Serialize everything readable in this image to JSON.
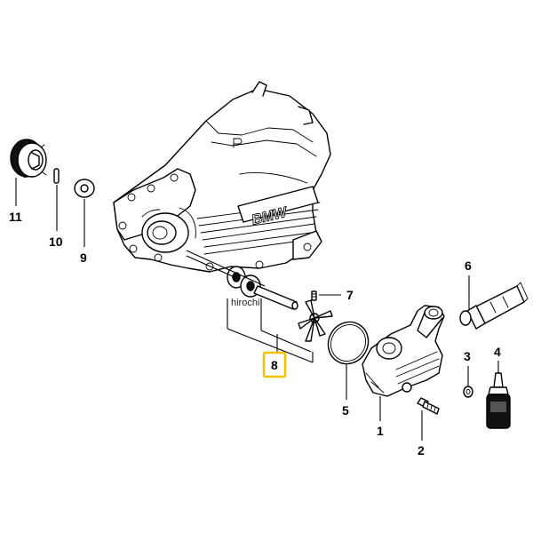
{
  "diagram": {
    "brand_mark": "BMW",
    "watermark": "hirochi",
    "highlight_color": "#f2c200",
    "callouts": [
      {
        "id": "1",
        "label": "1"
      },
      {
        "id": "2",
        "label": "2"
      },
      {
        "id": "3",
        "label": "3"
      },
      {
        "id": "4",
        "label": "4"
      },
      {
        "id": "5",
        "label": "5"
      },
      {
        "id": "6",
        "label": "6"
      },
      {
        "id": "7",
        "label": "7"
      },
      {
        "id": "8",
        "label": "8",
        "highlighted": true
      },
      {
        "id": "9",
        "label": "9"
      },
      {
        "id": "10",
        "label": "10"
      },
      {
        "id": "11",
        "label": "11"
      }
    ]
  }
}
